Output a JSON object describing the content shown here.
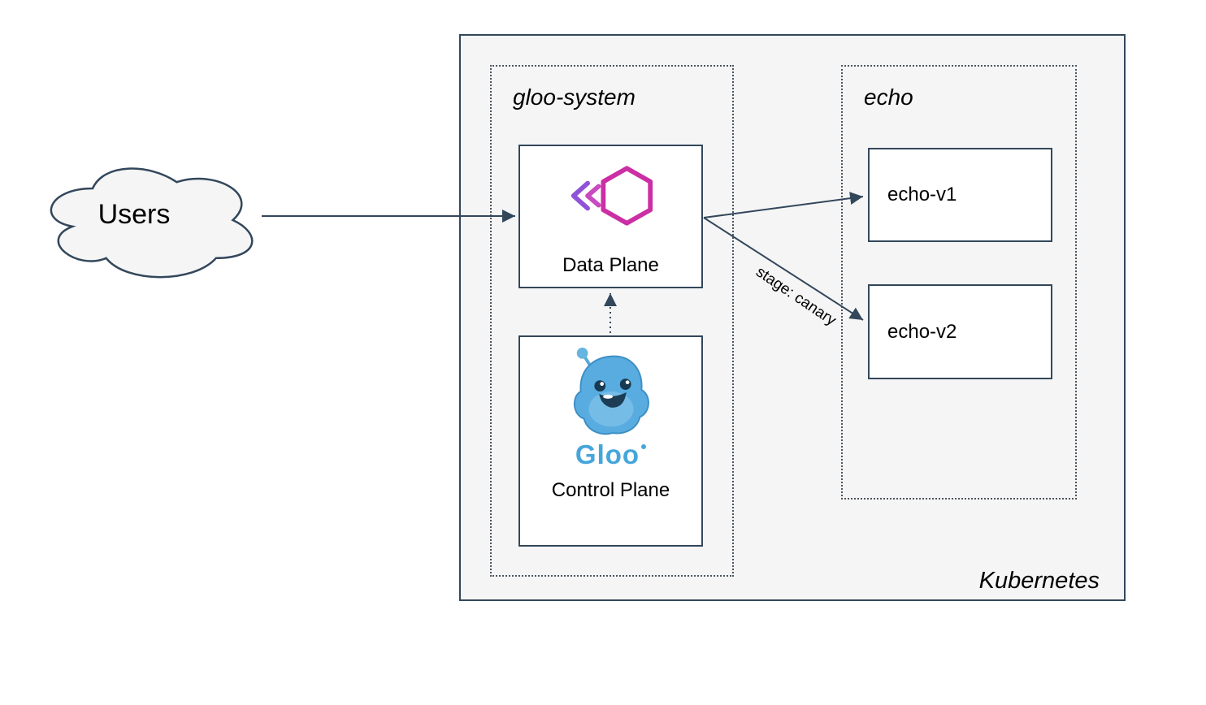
{
  "diagram": {
    "users_label": "Users",
    "kubernetes_label": "Kubernetes",
    "namespaces": {
      "gloo_system": {
        "label": "gloo-system"
      },
      "echo": {
        "label": "echo"
      }
    },
    "nodes": {
      "data_plane": {
        "label": "Data Plane",
        "icon": "gloo-gateway-icon"
      },
      "control_plane": {
        "label": "Control Plane",
        "icon": "gloo-mascot-icon",
        "wordmark": "Gloo"
      },
      "echo_v1": {
        "label": "echo-v1"
      },
      "echo_v2": {
        "label": "echo-v2"
      }
    },
    "edges": {
      "users_to_dataplane": {
        "style": "solid",
        "label": ""
      },
      "dataplane_to_echo_v1": {
        "style": "solid",
        "label": ""
      },
      "dataplane_to_echo_v2": {
        "style": "solid",
        "label": "stage: canary"
      },
      "controlplane_to_dataplane": {
        "style": "dotted",
        "label": ""
      }
    },
    "colors": {
      "stroke": "#33475b",
      "container_fill": "#f5f5f5",
      "gloo_pink": "#cb2fa4",
      "gloo_purple": "#8f53d7",
      "gloo_blue": "#45a6db"
    }
  }
}
